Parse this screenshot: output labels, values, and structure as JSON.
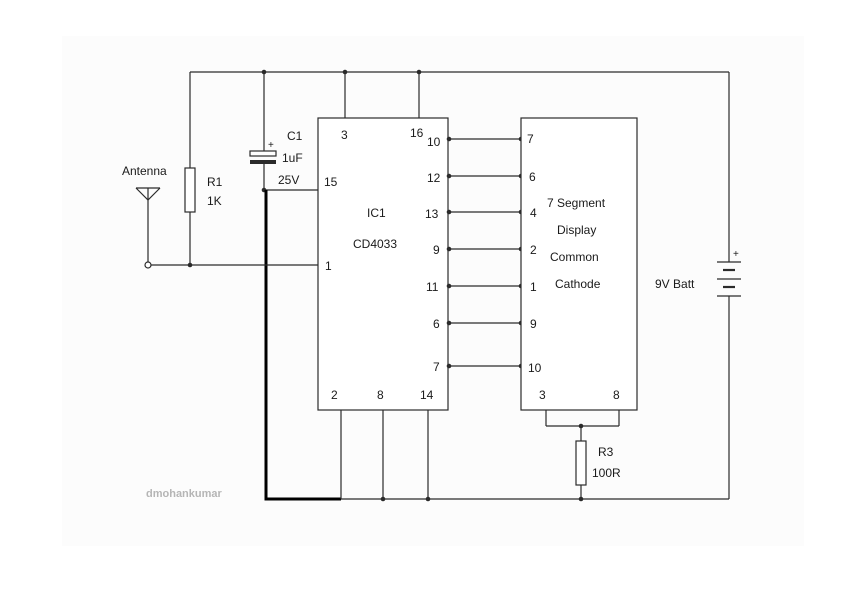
{
  "diagram": {
    "antenna_label": "Antenna",
    "r1": {
      "ref": "R1",
      "value": "1K"
    },
    "c1": {
      "ref": "C1",
      "value": "1uF",
      "voltage": "25V",
      "plus": "+"
    },
    "ic1": {
      "ref": "IC1",
      "part": "CD4033",
      "pins": {
        "p3": "3",
        "p16": "16",
        "p15": "15",
        "p1": "1",
        "p2": "2",
        "p8": "8",
        "p14": "14",
        "p10": "10",
        "p12": "12",
        "p13": "13",
        "p9": "9",
        "p11": "11",
        "p6": "6",
        "p7": "7"
      }
    },
    "display": {
      "line1": "7 Segment",
      "line2": "Display",
      "line3": "Common",
      "line4": "Cathode",
      "pins": {
        "q7": "7",
        "q6": "6",
        "q4": "4",
        "q2": "2",
        "q1": "1",
        "q9": "9",
        "q10": "10",
        "q3": "3",
        "q8": "8"
      }
    },
    "r3": {
      "ref": "R3",
      "value": "100R"
    },
    "battery": {
      "label": "9V Batt",
      "plus": "+"
    },
    "watermark": "dmohankumar"
  }
}
